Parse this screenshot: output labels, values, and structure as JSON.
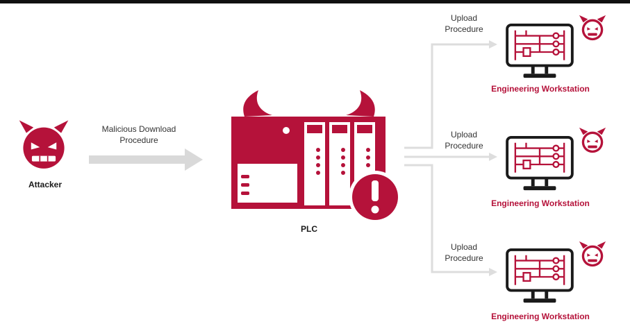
{
  "colors": {
    "accent": "#b5123a",
    "arrow_gray": "#d9d9d9",
    "line_gray": "#dddddd",
    "text_dark": "#1a1a1a"
  },
  "attacker": {
    "label": "Attacker",
    "icon": "devil-face-icon"
  },
  "download_arrow": {
    "line1": "Malicious Download",
    "line2": "Procedure"
  },
  "plc": {
    "label": "PLC",
    "icon": "plc-device-icon",
    "warning_icon": "exclamation-warning-icon"
  },
  "branches": [
    {
      "line1": "Upload",
      "line2": "Procedure",
      "workstation": "Engineering Workstation"
    },
    {
      "line1": "Upload",
      "line2": "Procedure",
      "workstation": "Engineering Workstation"
    },
    {
      "line1": "Upload",
      "line2": "Procedure",
      "workstation": "Engineering Workstation"
    }
  ]
}
